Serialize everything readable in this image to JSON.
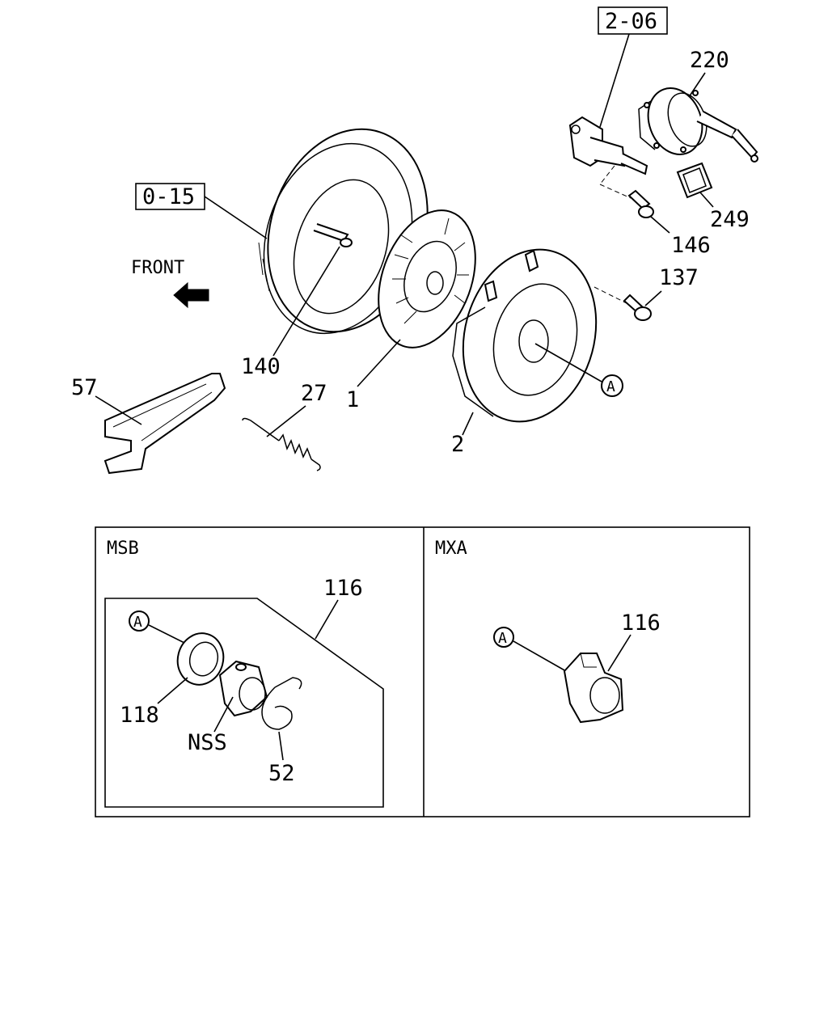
{
  "refs": {
    "r206": "2-06",
    "r015": "0-15"
  },
  "direction": {
    "front": "FRONT"
  },
  "callouts": {
    "c220": "220",
    "c249": "249",
    "c146": "146",
    "c137": "137",
    "c140": "140",
    "c1": "1",
    "c2": "2",
    "c27": "27",
    "c57": "57",
    "a_main": "A"
  },
  "panels": {
    "msb": {
      "title": "MSB",
      "c116": "116",
      "c118": "118",
      "nss": "NSS",
      "c52": "52",
      "a": "A"
    },
    "mxa": {
      "title": "MXA",
      "c116": "116",
      "a": "A"
    }
  }
}
